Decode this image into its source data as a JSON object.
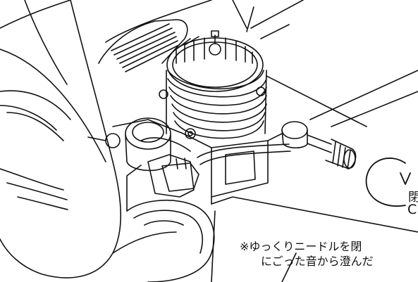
{
  "diagram": {
    "rotation_label": "閉",
    "rotation_letter": "C",
    "note_line1": "※ゆっくりニードルを閉",
    "note_line2": "にごった音から澄んだ",
    "icons": [
      "engine",
      "propeller",
      "needle-valve",
      "rotation-arrow"
    ],
    "colors": {
      "line": "#111111",
      "background": "#ffffff"
    }
  }
}
